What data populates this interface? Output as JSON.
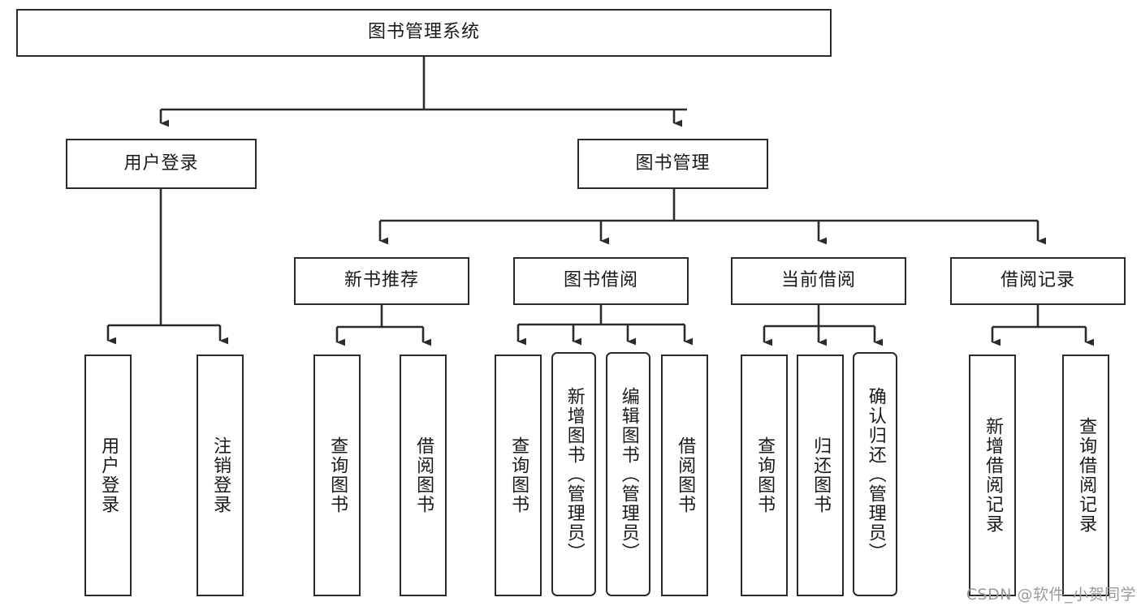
{
  "diagram": {
    "type": "tree",
    "title": "图书管理系统",
    "watermark": "CSDN @软件_小贺同学",
    "colors": {
      "box_border": "#2b2b2b",
      "box_fill": "#ffffff",
      "connector": "#2b2b2b",
      "text": "#1a1a1a",
      "watermark": "#9a9a9a",
      "background": "#ffffff"
    },
    "levels": {
      "root": {
        "label": "图书管理系统"
      },
      "level2": [
        {
          "label": "用户登录"
        },
        {
          "label": "图书管理"
        }
      ],
      "level3": [
        {
          "label": "新书推荐"
        },
        {
          "label": "图书借阅"
        },
        {
          "label": "当前借阅"
        },
        {
          "label": "借阅记录"
        }
      ],
      "leaves": {
        "user_login": [
          {
            "label": "用户登录"
          },
          {
            "label": "注销登录"
          }
        ],
        "new_book_recommend": [
          {
            "label": "查询图书"
          },
          {
            "label": "借阅图书"
          }
        ],
        "book_borrow": [
          {
            "label": "查询图书"
          },
          {
            "label": "新增图书（管理员）"
          },
          {
            "label": "编辑图书（管理员）"
          },
          {
            "label": "借阅图书"
          }
        ],
        "current_borrow": [
          {
            "label": "查询图书"
          },
          {
            "label": "归还图书"
          },
          {
            "label": "确认归还（管理员）"
          }
        ],
        "borrow_record": [
          {
            "label": "新增借阅记录"
          },
          {
            "label": "查询借阅记录"
          }
        ]
      }
    }
  }
}
